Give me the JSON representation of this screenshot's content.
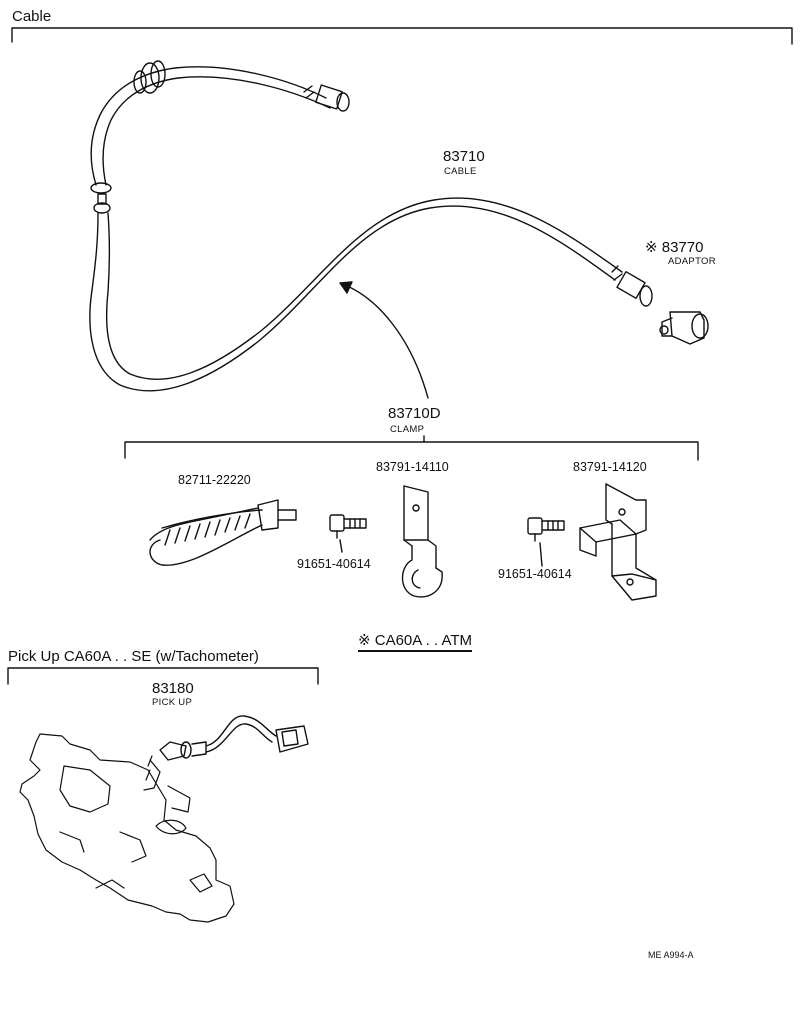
{
  "sections": {
    "cable_title": "Cable",
    "pickup_title": "Pick Up CA60A . . SE (w/Tachometer)",
    "note_text": "※ CA60A . . ATM"
  },
  "parts": {
    "cable": {
      "number": "83710",
      "name": "CABLE"
    },
    "adaptor": {
      "number": "※ 83770",
      "name": "ADAPTOR"
    },
    "clamp_group": {
      "number": "83710D",
      "name": "CLAMP"
    },
    "band": {
      "number": "82711-22220"
    },
    "clamp_a": {
      "number": "83791-14110"
    },
    "clamp_b": {
      "number": "83791-14120"
    },
    "bolt_a": {
      "number": "91651-40614"
    },
    "bolt_b": {
      "number": "91651-40614"
    },
    "pickup": {
      "number": "83180",
      "name": "PICK UP"
    }
  },
  "footer": {
    "code": "ME  A994-A"
  }
}
